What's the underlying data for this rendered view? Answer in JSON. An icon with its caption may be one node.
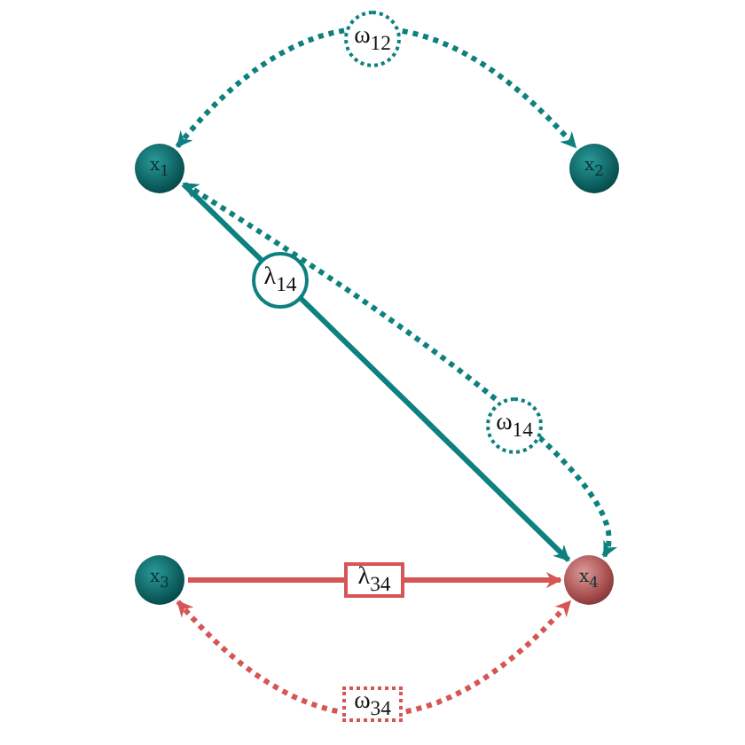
{
  "diagram": {
    "nodes": [
      {
        "text": [
          "x$_{1}$"
        ]
      },
      {
        "text": [
          "x$_{2}$"
        ]
      },
      {
        "text": [
          "x$_{3}$"
        ]
      },
      {
        "text": [
          "x$_{4}$"
        ]
      }
    ],
    "edges": [
      {
        "from": 0,
        "to": 1,
        "arrow": "both",
        "style": "dashed",
        "label": "ω$_{12}$"
      },
      {
        "from": 0,
        "to": 3,
        "arrow": "to",
        "label": "λ$_{14}$"
      },
      {
        "from": 3,
        "to": 0,
        "arrow": "both",
        "style": "dashed",
        "label": "ω$_{14}$"
      },
      {
        "from": 2,
        "to": 3,
        "arrow": "to",
        "color": "#d65656",
        "label": "λ$_{34}$"
      },
      {
        "from": 2,
        "to": 3,
        "arrow": "both",
        "style": "dashed",
        "color": "#d65656",
        "label": "ω$_{34}$"
      }
    ]
  }
}
